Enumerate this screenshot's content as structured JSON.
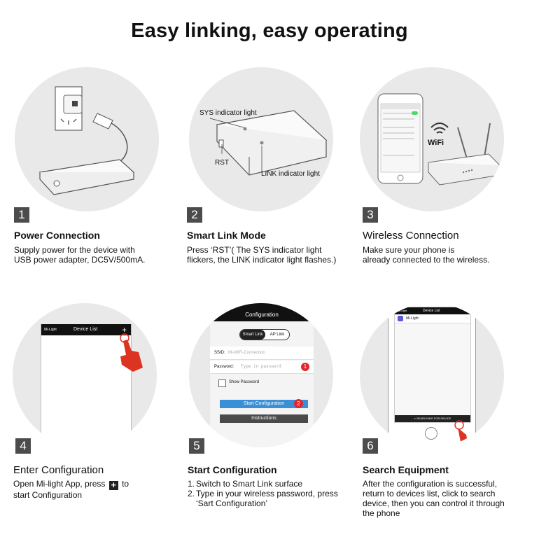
{
  "title": "Easy linking, easy operating",
  "steps": [
    {
      "number": "1",
      "title": "Power Connection",
      "desc": "Supply power for the device with\nUSB power adapter, DC5V/500mA."
    },
    {
      "number": "2",
      "title": "Smart Link Mode",
      "desc": "Press ‘RST’( The SYS indicator light\nflickers, the LINK indicator light flashes.)",
      "labels": {
        "sys": "SYS indicator light",
        "rst": "RST",
        "link": "LINK indicator light"
      }
    },
    {
      "number": "3",
      "title": "Wireless Connection",
      "desc": "Make sure your phone is\nalready connected to the wireless.",
      "labels": {
        "wifi": "WiFi"
      }
    },
    {
      "number": "4",
      "title": "Enter Configuration",
      "desc_before": "Open Mi-light App, press",
      "desc_after": "to",
      "desc_line2": "start Configuration",
      "labels": {
        "brand": "Mi-Light",
        "header": "Device List",
        "plus": "+"
      }
    },
    {
      "number": "5",
      "title": "Start Configuration",
      "list": [
        {
          "n": "1.",
          "text": "Switch to Smart Link surface"
        },
        {
          "n": "2.",
          "text": "Type in your wireless password, press\n‘Sart Configuration’"
        }
      ],
      "labels": {
        "header": "Configuration",
        "tab_smart": "Smart Link",
        "tab_ap": "AP Link",
        "ssid_label": "SSID:",
        "ssid_value": "Mi-WiFi-Connection",
        "password_label": "Password:",
        "password_placeholder": "Type in password",
        "show_password": "Show Password",
        "start_button": "Start Configuration",
        "instructions_button": "Instructions",
        "marker1": "1",
        "marker2": "2"
      }
    },
    {
      "number": "6",
      "title": "Search Equipment",
      "desc": "After the configuration is successful,\nreturn to devices list, click to search\ndevice, then you can control it through\nthe phone",
      "labels": {
        "brand": "Mi-Light",
        "header": "Device List",
        "item": "Mi-Light",
        "search": "SEARCHING FOR DEVICE"
      }
    }
  ]
}
